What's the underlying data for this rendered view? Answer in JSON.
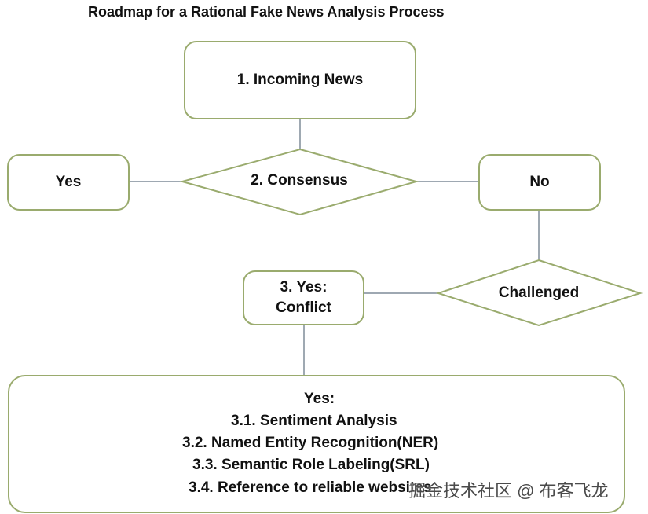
{
  "title": "Roadmap for a Rational Fake News Analysis Process",
  "nodes": {
    "incoming_news": "1. Incoming News",
    "consensus": "2. Consensus",
    "yes": "Yes",
    "no": "No",
    "challenged": "Challenged",
    "conflict_line1": "3. Yes:",
    "conflict_line2": "Conflict"
  },
  "analysis": {
    "header": "Yes:",
    "items": [
      "3.1. Sentiment Analysis",
      "3.2. Named Entity Recognition(NER)",
      "3.3. Semantic Role Labeling(SRL)",
      "3.4. Reference to reliable websites"
    ]
  },
  "watermark": "掘金技术社区 @ 布客飞龙",
  "colors": {
    "outline": "#9aab6e",
    "connector": "#7f8c99"
  }
}
